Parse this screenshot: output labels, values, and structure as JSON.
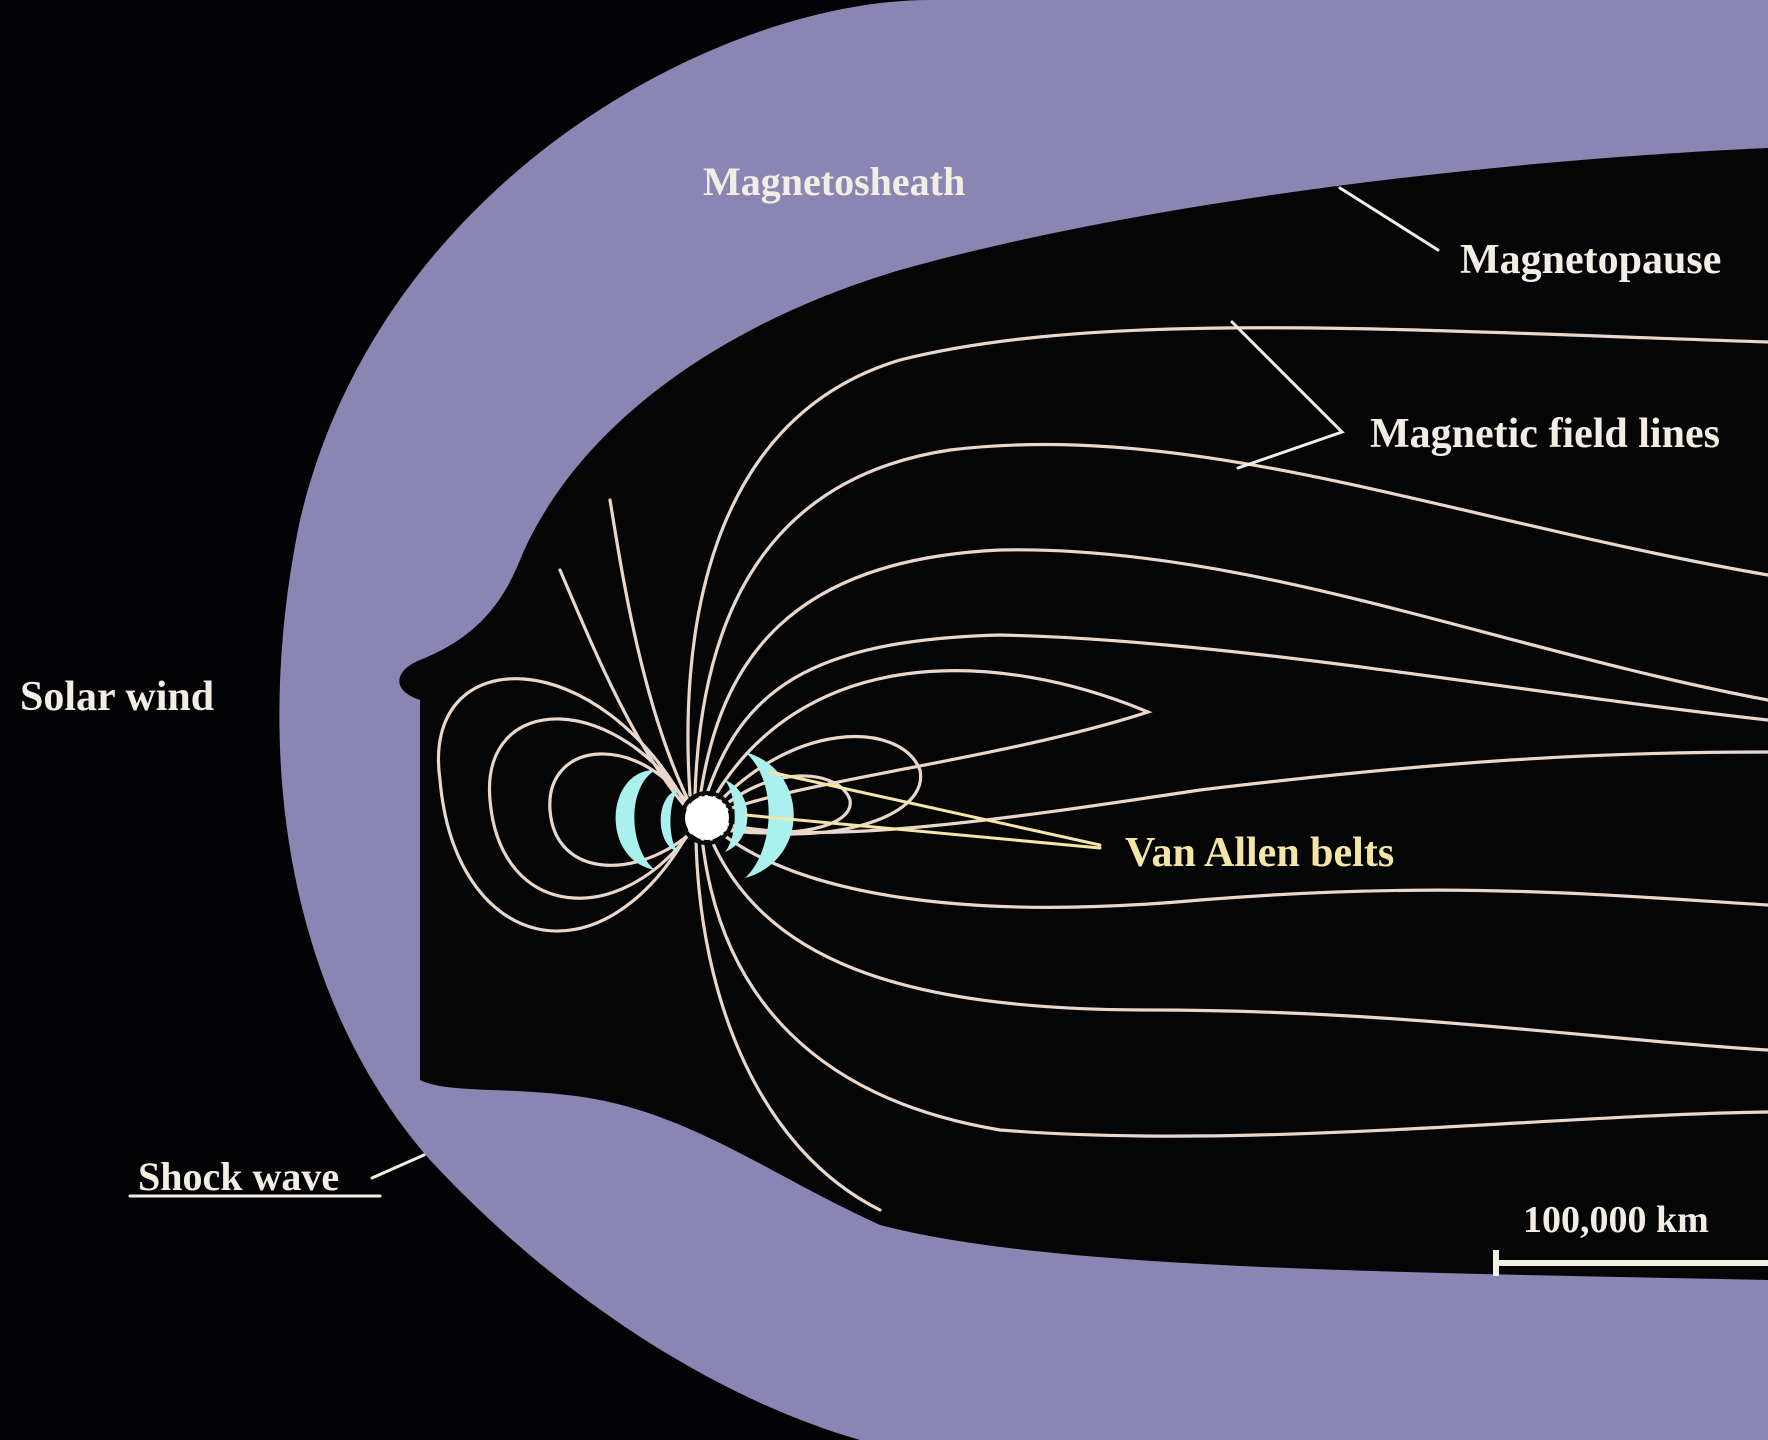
{
  "diagram": {
    "labels": {
      "magnetosheath": "Magnetosheath",
      "magnetopause": "Magnetopause",
      "field_lines": "Magnetic field lines",
      "solar_wind": "Solar wind",
      "van_allen": "Van Allen belts",
      "shock_wave": "Shock wave",
      "scale": "100,000 km"
    },
    "colors": {
      "space": "#030305",
      "sheath": "#8a86b4",
      "cavity": "#050506",
      "field_line": "#e8d8cc",
      "label_white": "#f3eee4",
      "label_yellow": "#f5e6a6",
      "wind_streak": "#e9d27a",
      "belt": "#a9f0ee",
      "earth": "#ffffff"
    }
  }
}
